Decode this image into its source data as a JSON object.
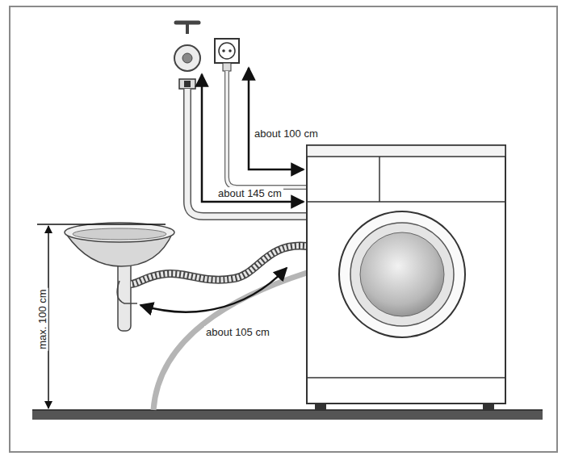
{
  "diagram": {
    "labels": [
      "about 100 cm",
      "about 145 cm",
      "about 105 cm",
      "max. 100 cm"
    ]
  }
}
